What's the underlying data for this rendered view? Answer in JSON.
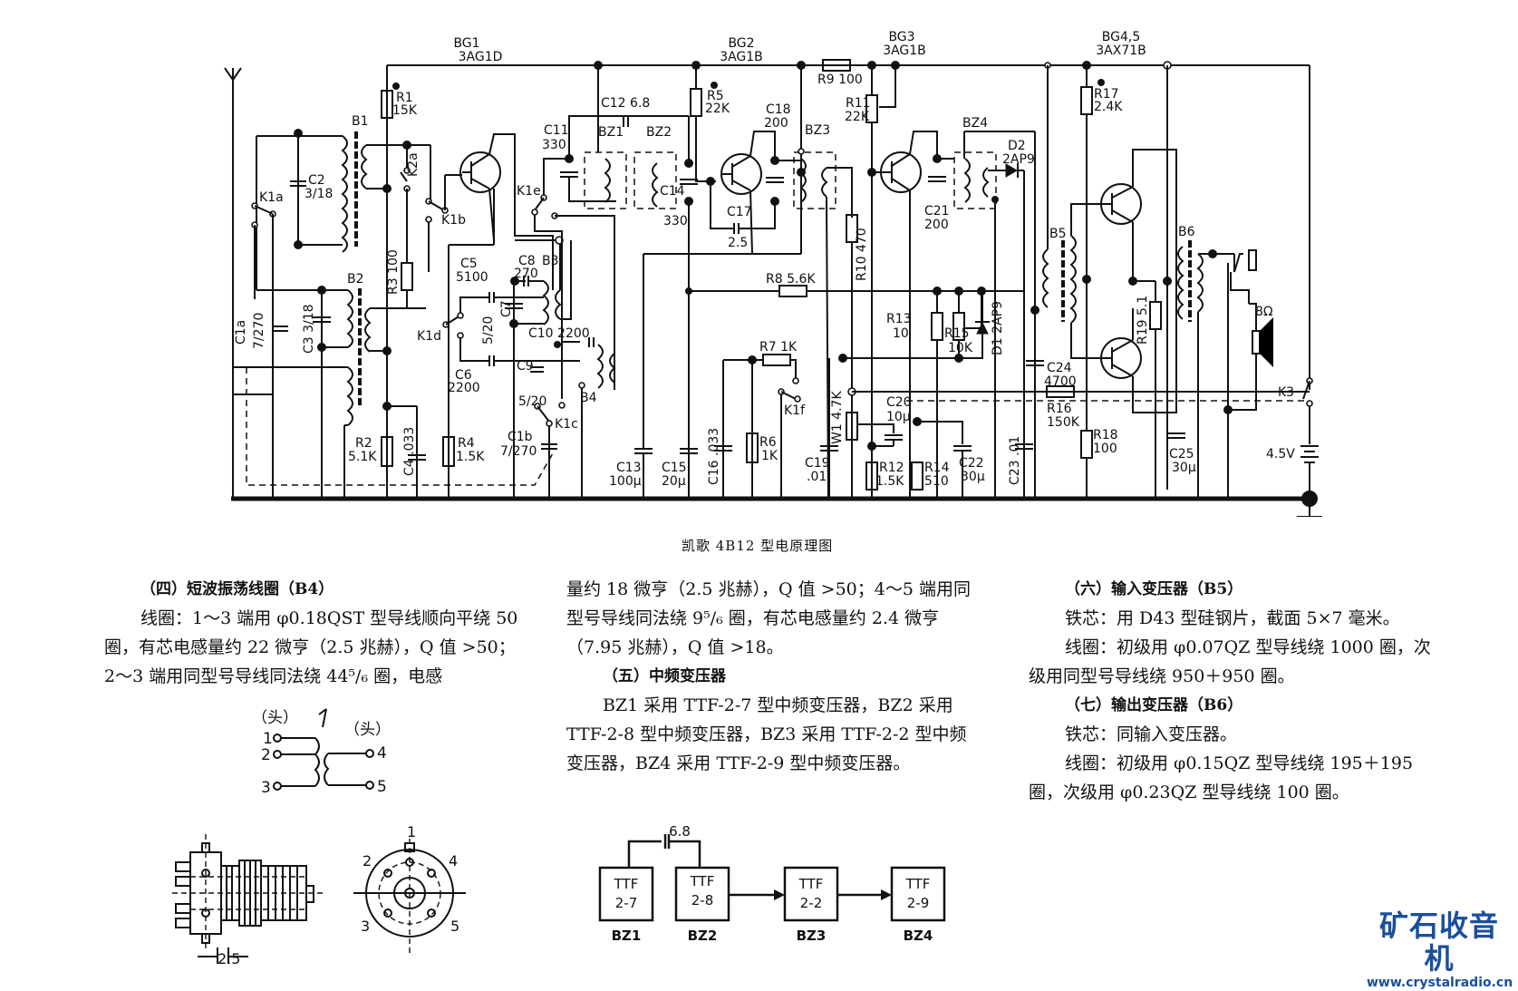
{
  "schematic": {
    "caption": "凯歌 4B12 型电原理图",
    "transistors": [
      {
        "ref": "BG1",
        "type": "3AG1D"
      },
      {
        "ref": "BG2",
        "type": "3AG1B"
      },
      {
        "ref": "BG3",
        "type": "3AG1B"
      },
      {
        "ref": "BG4,5",
        "type": "3AX71B"
      }
    ],
    "labels": {
      "R1": "R1",
      "R1v": "15K",
      "R2": "R2",
      "R2v": "5.1K",
      "R3": "R3 100",
      "R4": "R4",
      "R4v": "1.5K",
      "R5": "R5",
      "R5v": "22K",
      "R6": "R6",
      "R6v": "1K",
      "R7": "R7 1K",
      "R8": "R8 5.6K",
      "R9": "R9 100",
      "R10": "R10 470",
      "R11": "R11",
      "R11v": "22K",
      "R12": "R12",
      "R12v": "1.5K",
      "R13": "R13",
      "R13v": "10",
      "R14": "R14",
      "R14v": "510",
      "R15": "R15",
      "R15v": "10K",
      "R16": "R16",
      "R16v": "150K",
      "R17": "R17",
      "R17v": "2.4K",
      "R18": "R18",
      "R18v": "100",
      "R19": "R19 5.1",
      "W1": "W1 4.7K",
      "C1a": "C1a",
      "C1av": "7/270",
      "C1b": "C1b",
      "C1bv": "7/270",
      "C2": "C2",
      "C2v": "3/18",
      "C3": "C3 3/18",
      "C4": "C4 .033",
      "C5": "C5",
      "C5v": "5100",
      "C6": "C6",
      "C6v": "2200",
      "C7": "C7",
      "C7v": "5/20",
      "C8": "C8",
      "C8v": "270",
      "C9": "C9",
      "C9v": "5/20",
      "C10": "C10 2200",
      "C11": "C11",
      "C11v": "330",
      "C12": "C12 6.8",
      "C13": "C13",
      "C13v": "100μ",
      "C14": "C14",
      "C14v": "330",
      "C15": "C15",
      "C15v": "20μ",
      "C16": "C16 .033",
      "C17": "C17",
      "C17v": "2.5",
      "C18": "C18",
      "C18v": "200",
      "C19": "C19",
      "C19v": ".01",
      "C20": "C20",
      "C20v": "10μ",
      "C21": "C21",
      "C21v": "200",
      "C22": "C22",
      "C22v": "30μ",
      "C23": "C23 .01",
      "C24": "C24",
      "C24v": "4700",
      "C25": "C25",
      "C25v": "30μ",
      "B1": "B1",
      "B2": "B2",
      "B3": "B3",
      "B4": "B4",
      "B5": "B5",
      "B6": "B6",
      "BZ1": "BZ1",
      "BZ2": "BZ2",
      "BZ3": "BZ3",
      "BZ4": "BZ4",
      "D1": "D1 2AP9",
      "D2": "D2",
      "D2v": "2AP9",
      "K1a": "K1a",
      "K1b": "K1b",
      "K1c": "K1c",
      "K1d": "K1d",
      "K1e": "K1e",
      "K1f": "K1f",
      "K2a": "K2a",
      "K3": "K3",
      "speaker": "8Ω",
      "battery": "4.5V"
    }
  },
  "text": {
    "sec4_title": "（四）短波振荡线圈（B4）",
    "sec4_p1": "线圈：1～3 端用 φ0.18QST 型导线顺向平绕 50 圈，有芯电感量约 22 微亨（2.5 兆赫），Q 值 >50；2～3 端用同型号导线同法绕 44⁵/₆ 圈，电感",
    "sec4_p2": "量约 18 微亨（2.5 兆赫），Q 值 >50；4～5 端用同型号导线同法绕 9⁵/₆ 圈，有芯电感量约 2.4 微亨（7.95 兆赫），Q 值 >18。",
    "sec5_title": "（五）中频变压器",
    "sec5_p1": "BZ1 采用 TTF-2-7 型中频变压器，BZ2 采用 TTF-2-8 型中频变压器，BZ3 采用 TTF-2-2 型中频变压器，BZ4 采用 TTF-2-9 型中频变压器。",
    "sec6_title": "（六）输入变压器（B5）",
    "sec6_p1": "铁芯：用 D43 型硅钢片，截面 5×7 毫米。",
    "sec6_p2": "线圈：初级用 φ0.07QZ 型导线绕 1000 圈，次级用同型号导线绕 950＋950 圈。",
    "sec7_title": "（七）输出变压器（B6）",
    "sec7_p1": "铁芯：同输入变压器。",
    "sec7_p2": "线圈：初级用 φ0.15QZ 型导线绕 195＋195 圈，次级用 φ0.23QZ 型导线绕 100 圈。"
  },
  "coil_pins": {
    "head_left": "（头）",
    "head_right": "（头）",
    "pins": [
      "1",
      "2",
      "3",
      "4",
      "5"
    ]
  },
  "mechanical": {
    "dimension": "2.5",
    "pins": [
      "1",
      "2",
      "3",
      "4",
      "5"
    ]
  },
  "if_chain": {
    "coupling_cap": "6.8",
    "blocks": [
      {
        "top": "TTF",
        "bottom": "2-7",
        "ref": "BZ1"
      },
      {
        "top": "TTF",
        "bottom": "2-8",
        "ref": "BZ2"
      },
      {
        "top": "TTF",
        "bottom": "2-2",
        "ref": "BZ3"
      },
      {
        "top": "TTF",
        "bottom": "2-9",
        "ref": "BZ4"
      }
    ]
  },
  "watermark": {
    "title": "矿石收音机",
    "url": "www.crystalradio.cn",
    "color": "#1a4f9c"
  }
}
